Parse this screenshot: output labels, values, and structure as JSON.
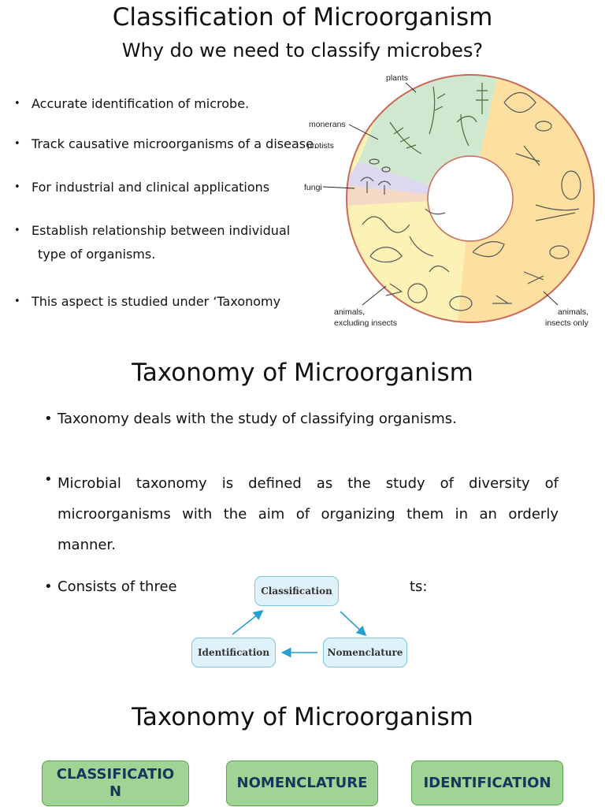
{
  "slide1": {
    "title": "Classification of Microorganism",
    "subtitle": "Why do we need to classify microbes?",
    "bullets": [
      "Accurate identification of microbe.",
      "Track causative microorganisms of a disease.",
      " For industrial and clinical applications",
      "Establish relationship between individual",
      "This aspect is studied under ‘Taxonomy"
    ],
    "bullet4_continuation": "type of organisms.",
    "bullet_symbol": "•",
    "wheel": {
      "labels": {
        "plants": "plants",
        "monerans": "monerans",
        "protists": "protists",
        "fungi": "fungi",
        "animals_excl_line1": "animals,",
        "animals_excl_line2": "excluding insects",
        "animals_insects_line1": "animals,",
        "animals_insects_line2": "insects only"
      },
      "colors": {
        "plants": "#cfe8cf",
        "monerans": "#dcd8ef",
        "fungi": "#f6d9c4",
        "animals": "#fcf2b5",
        "insects": "#fde0a0",
        "rim": "#c96a5a"
      }
    }
  },
  "slide2": {
    "title": "Taxonomy of Microorganism",
    "bullet_symbol": "•",
    "bullet1": "Taxonomy  deals with the study of classifying organisms.",
    "bullet2": "Microbial taxonomy is defined as the study of diversity of microorganisms with the aim of organizing them in an orderly manner.",
    "bullet3_start": "Consists of three",
    "bullet3_end": "ts:",
    "diagram": {
      "top": "Classification",
      "left": "Identification",
      "right": "Nomenclature",
      "accent": "#27a0cf"
    }
  },
  "slide3": {
    "title": "Taxonomy of Microorganism",
    "boxes": [
      "CLASSIFICATIO\nN",
      "NOMENCLATURE",
      "IDENTIFICATION"
    ]
  }
}
